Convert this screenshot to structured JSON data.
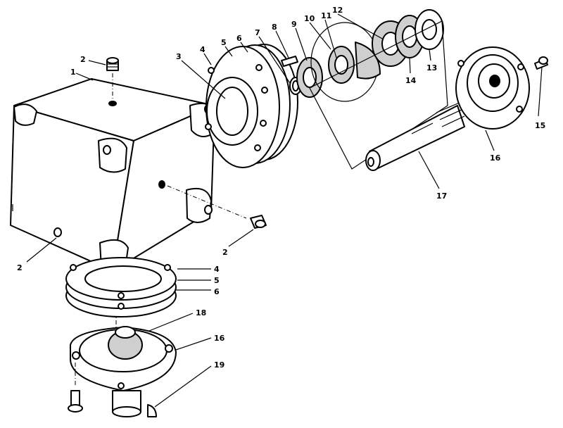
{
  "callouts": {
    "c1": "1",
    "c2a": "2",
    "c2b": "2",
    "c2c": "2",
    "c3": "3",
    "c4a": "4",
    "c4b": "4",
    "c5a": "5",
    "c5b": "5",
    "c6a": "6",
    "c6b": "6",
    "c7": "7",
    "c8": "8",
    "c9": "9",
    "c10": "10",
    "c11": "11",
    "c12": "12",
    "c13": "13",
    "c14": "14",
    "c15": "15",
    "c16a": "16",
    "c16b": "16",
    "c17": "17",
    "c18": "18",
    "c19": "19"
  }
}
